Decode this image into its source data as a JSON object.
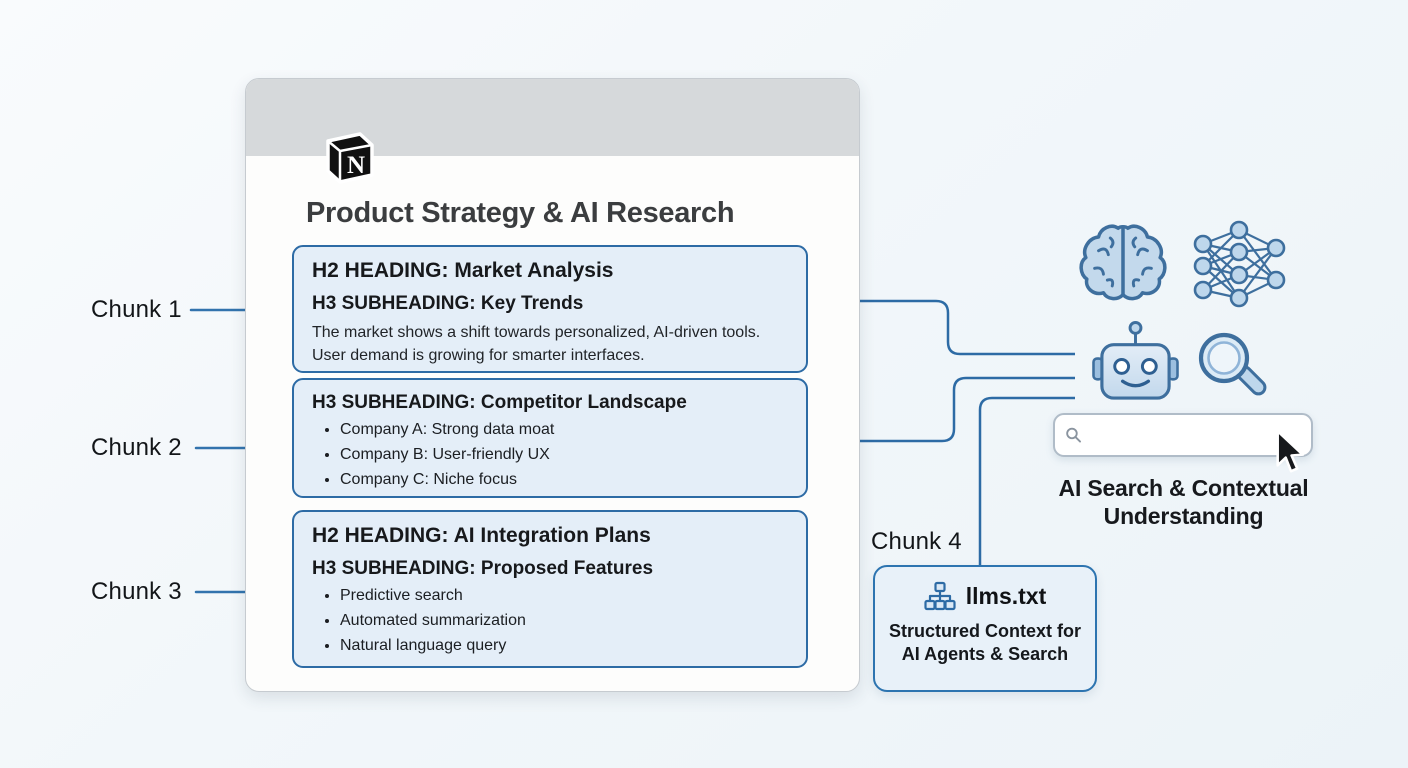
{
  "labels": {
    "chunk1": "Chunk 1",
    "chunk2": "Chunk 2",
    "chunk3": "Chunk 3",
    "chunk4": "Chunk 4"
  },
  "document": {
    "app_icon": "notion-logo-icon",
    "title": "Product Strategy & AI Research",
    "chunks": [
      {
        "h2": "H2 HEADING: Market Analysis",
        "h3": "H3 SUBHEADING: Key Trends",
        "body": "The market shows a shift towards personalized, AI-driven tools. User demand is growing for smarter interfaces."
      },
      {
        "h3": "H3 SUBHEADING: Competitor Landscape",
        "bullets": [
          "Company A: Strong data moat",
          "Company B: User-friendly UX",
          "Company C: Niche focus"
        ]
      },
      {
        "h2": "H2 HEADING: AI Integration Plans",
        "h3": "H3 SUBHEADING: Proposed Features",
        "bullets": [
          "Predictive search",
          "Automated summarization",
          "Natural language query"
        ]
      }
    ]
  },
  "right_panel": {
    "icons": [
      "brain-icon",
      "neural-network-icon",
      "robot-icon",
      "magnifier-icon",
      "cursor-pointer-icon"
    ],
    "search": {
      "value": "",
      "placeholder": ""
    },
    "caption_line1": "AI Search & Contextual",
    "caption_line2": "Understanding"
  },
  "llms_box": {
    "icon": "sitemap-icon",
    "title": "llms.txt",
    "subtitle_line1": "Structured Context for",
    "subtitle_line2": "AI Agents & Search"
  },
  "colors": {
    "background": "#f2f7fa",
    "chunk_fill": "#e4eef8",
    "chunk_border": "#2d6ba5",
    "connector": "#2d6ba5",
    "icon_fill": "#bed7ec",
    "icon_stroke": "#3e6f9e",
    "card_header": "#d6d9db",
    "text": "#16181b"
  }
}
